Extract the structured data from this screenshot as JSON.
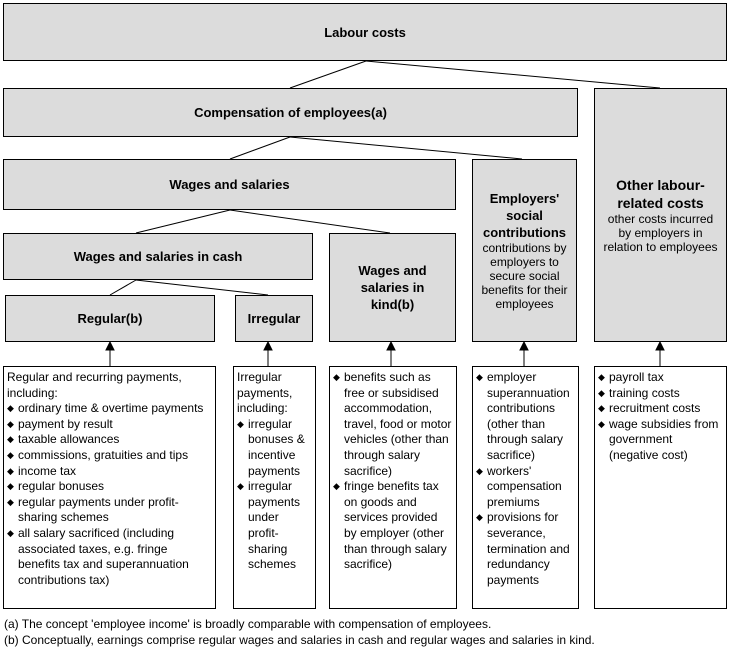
{
  "boxes": {
    "labour_costs": "Labour costs",
    "compensation": "Compensation of employees(a)",
    "wages_salaries": "Wages and salaries",
    "wages_cash": "Wages and salaries in cash",
    "regular": "Regular(b)",
    "irregular": "Irregular",
    "wages_kind": "Wages and salaries in kind(b)",
    "employers_social": {
      "title": "Employers' social contributions",
      "desc": "contributions by employers to secure social benefits for their employees"
    },
    "other_labour": {
      "title": "Other labour-related costs",
      "desc": "other costs incurred by employers in relation to employees"
    }
  },
  "details": {
    "regular": {
      "intro": "Regular and recurring payments, including:",
      "items": [
        "ordinary time & overtime payments",
        "payment by result",
        "taxable allowances",
        "commissions, gratuities and tips",
        "income tax",
        "regular bonuses",
        "regular payments under profit-sharing schemes",
        "all salary sacrificed (including associated taxes, e.g. fringe benefits tax and superannuation contributions tax)"
      ]
    },
    "irregular": {
      "intro": "Irregular payments, including:",
      "items": [
        "irregular bonuses & incentive payments",
        "irregular payments under profit-sharing schemes"
      ]
    },
    "kind": {
      "items": [
        "benefits such as free or subsidised accommodation, travel, food or motor vehicles (other than through salary sacrifice)",
        "fringe benefits tax on goods and services provided by employer (other than through salary sacrifice)"
      ]
    },
    "social": {
      "items": [
        "employer superannuation contributions (other than through salary sacrifice)",
        "workers' compensation premiums",
        "provisions for severance, termination and redundancy payments"
      ]
    },
    "other": {
      "items": [
        "payroll tax",
        "training costs",
        "recruitment costs",
        "wage subsidies from government (negative cost)"
      ]
    }
  },
  "footnotes": {
    "a": "(a) The concept 'employee income' is broadly comparable with compensation of employees.",
    "b": "(b) Conceptually, earnings comprise regular wages and salaries in cash and regular wages and salaries in kind."
  }
}
